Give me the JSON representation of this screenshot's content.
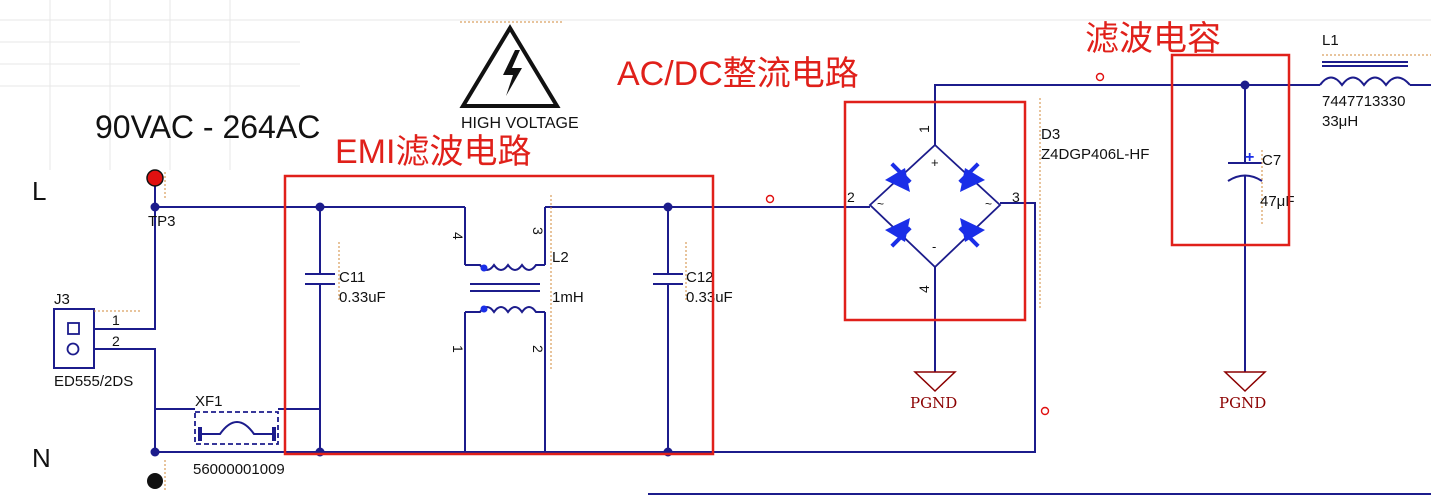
{
  "labels": {
    "input_range": "90VAC - 264AC",
    "line": "L",
    "neutral": "N",
    "warning": "HIGH VOLTAGE",
    "emi_title": "EMI滤波电路",
    "acdc_title": "AC/DC整流电路",
    "filter_cap_title": "滤波电容"
  },
  "components": {
    "tp3": {
      "ref": "TP3"
    },
    "j3": {
      "ref": "J3",
      "value": "ED555/2DS",
      "pin1": "1",
      "pin2": "2"
    },
    "xf1": {
      "ref": "XF1",
      "value": "56000001009"
    },
    "c11": {
      "ref": "C11",
      "value": "0.33uF"
    },
    "c12": {
      "ref": "C12",
      "value": "0.33uF"
    },
    "l2": {
      "ref": "L2",
      "value": "1mH",
      "pin1": "1",
      "pin2": "2",
      "pin3": "3",
      "pin4": "4"
    },
    "d3": {
      "ref": "D3",
      "value": "Z4DGP406L-HF",
      "pin1": "1",
      "pin2": "2",
      "pin3": "3",
      "pin4": "4"
    },
    "c7": {
      "ref": "C7",
      "value": "47μF"
    },
    "l1": {
      "ref": "L1",
      "value": "7447713330",
      "value2": "33μH"
    }
  },
  "ground": {
    "pgnd1": "PGND",
    "pgnd2": "PGND"
  },
  "colors": {
    "wire": "#1c1c8c",
    "annotation": "#e0201a",
    "diode": "#1a2ee8",
    "ground": "#8b0000",
    "test_point": "#e01010"
  }
}
